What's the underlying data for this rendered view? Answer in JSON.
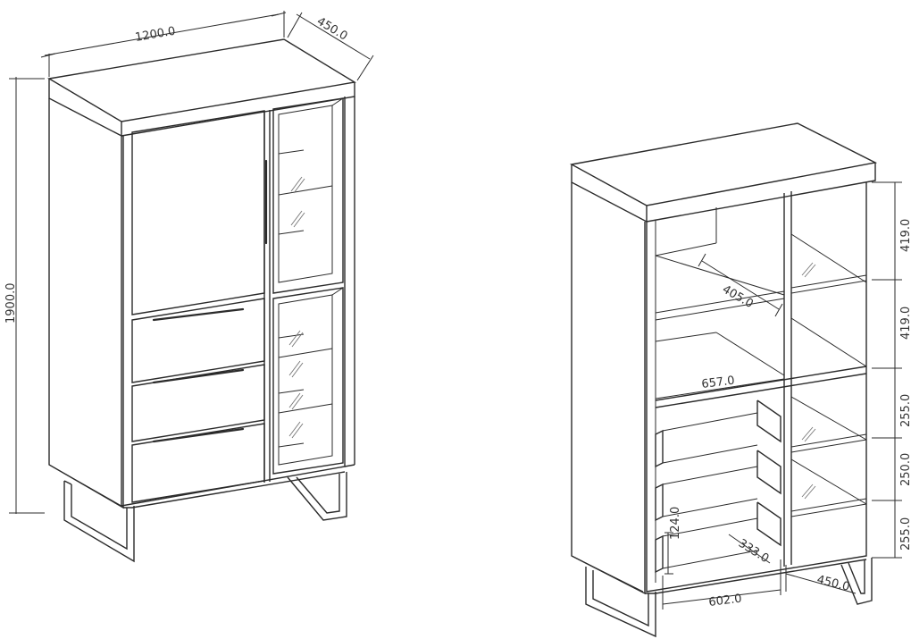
{
  "left_view": {
    "dims": {
      "width": "1200.0",
      "depth": "450.0",
      "height": "1900.0"
    }
  },
  "right_view": {
    "dims": {
      "shelf_depth": "405.0",
      "inner_width": "657.0",
      "upper_h1": "419.0",
      "upper_h2": "419.0",
      "lower_h1": "255.0",
      "lower_h2": "250.0",
      "lower_h3": "255.0",
      "drawer_height": "124.0",
      "drawer_depth": "333.0",
      "drawer_width": "602.0",
      "side_depth": "450.0"
    }
  }
}
